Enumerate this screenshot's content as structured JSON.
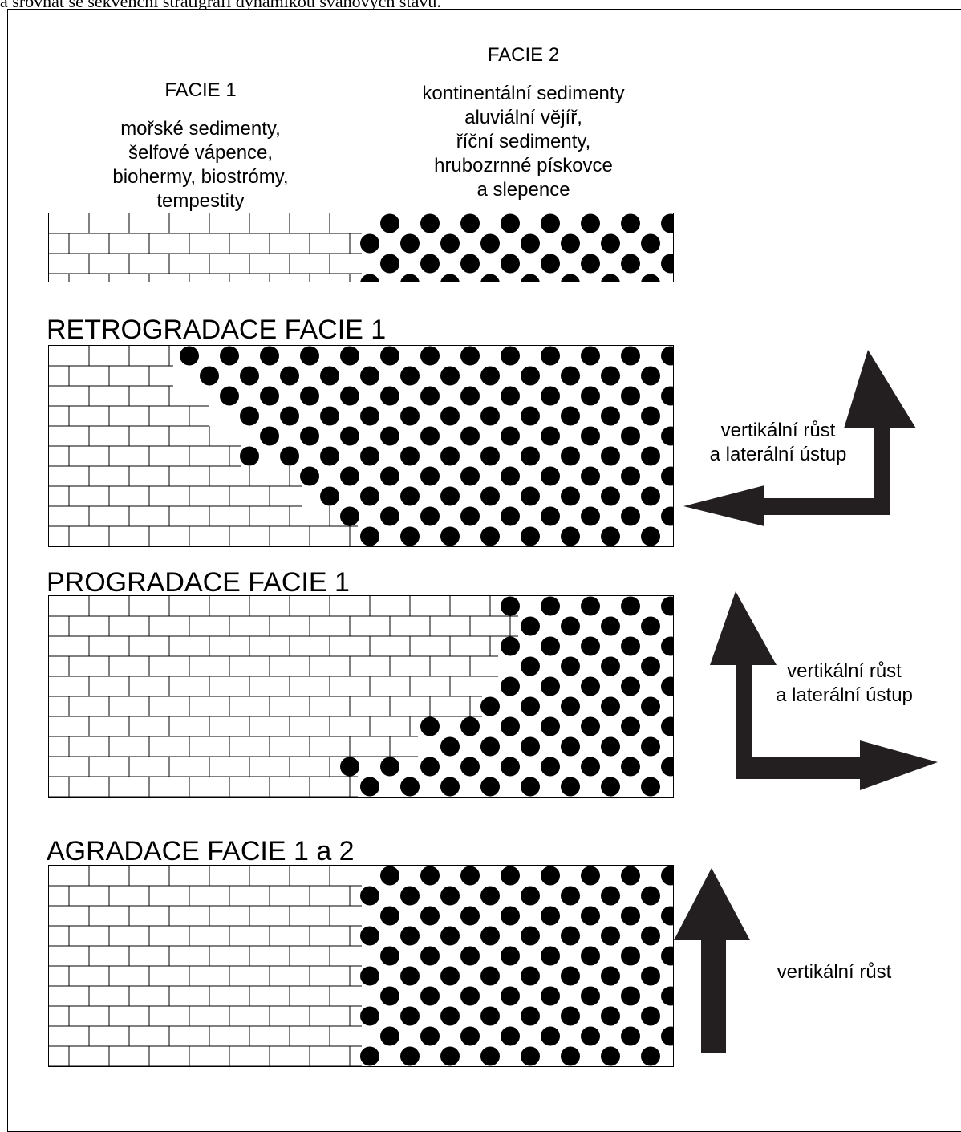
{
  "caption": "a srovnat se sekvenční stratigrafí dynamikou svahových stavů.",
  "facies": {
    "facie1": {
      "title": "FACIE 1",
      "lines": "mořské sedimenty,\nšelfové vápence,\nbiohermy, biostrómy,\ntempestity"
    },
    "facie2": {
      "title": "FACIE 2",
      "lines": "kontinentální sedimenty\naluviální vějíř,\nříční sedimenty,\nhrubozrnné pískovce\na slepence"
    }
  },
  "sections": [
    {
      "title": "RETROGRADACE FACIE 1",
      "arrow_label": "vertikální růst\na laterální ústup",
      "arrow_direction": "up-and-left"
    },
    {
      "title": "PROGRADACE FACIE 1",
      "arrow_label": "vertikální růst\na laterální ústup",
      "arrow_direction": "up-and-right"
    },
    {
      "title": "AGRADACE FACIE 1 a 2",
      "arrow_label": "vertikální růst",
      "arrow_direction": "up"
    }
  ],
  "legend_patterns": {
    "limestone": "brick-pattern",
    "conglomerate": "dot-pattern"
  },
  "colors": {
    "ink": "#000000",
    "paper": "#ffffff"
  }
}
